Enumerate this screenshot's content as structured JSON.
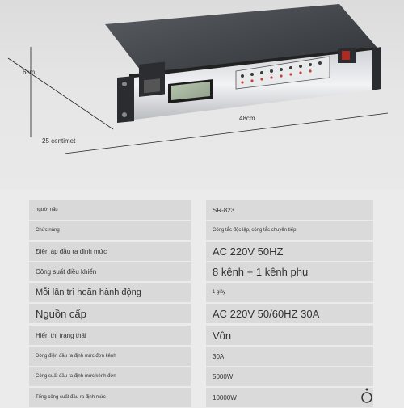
{
  "dimensions": {
    "height": "6cm",
    "width": "48cm",
    "depth": "25 centimet"
  },
  "specs": [
    {
      "label": "người nấu",
      "value": "SR-823"
    },
    {
      "label": "Chức năng",
      "value": "Công tắc độc lập, công tắc chuyển tiếp"
    },
    {
      "label": "Điện áp đầu ra định mức",
      "value": "AC 220V 50HZ"
    },
    {
      "label": "Công suất điều khiển",
      "value": "8 kênh + 1 kênh phụ"
    },
    {
      "label": "Mỗi lần trì hoãn hành động",
      "value": "1 giây"
    },
    {
      "label": "Nguồn cấp",
      "value": "AC 220V 50/60HZ 30A"
    },
    {
      "label": "Hiển thị trạng thái",
      "value": "Vôn"
    },
    {
      "label": "Dòng điện đầu ra định mức đơn kênh",
      "value": "30A"
    },
    {
      "label": "Công suất đầu ra định mức kênh đơn",
      "value": "5000W"
    },
    {
      "label": "Tổng công suất đầu ra định mức",
      "value": "10000W"
    }
  ]
}
